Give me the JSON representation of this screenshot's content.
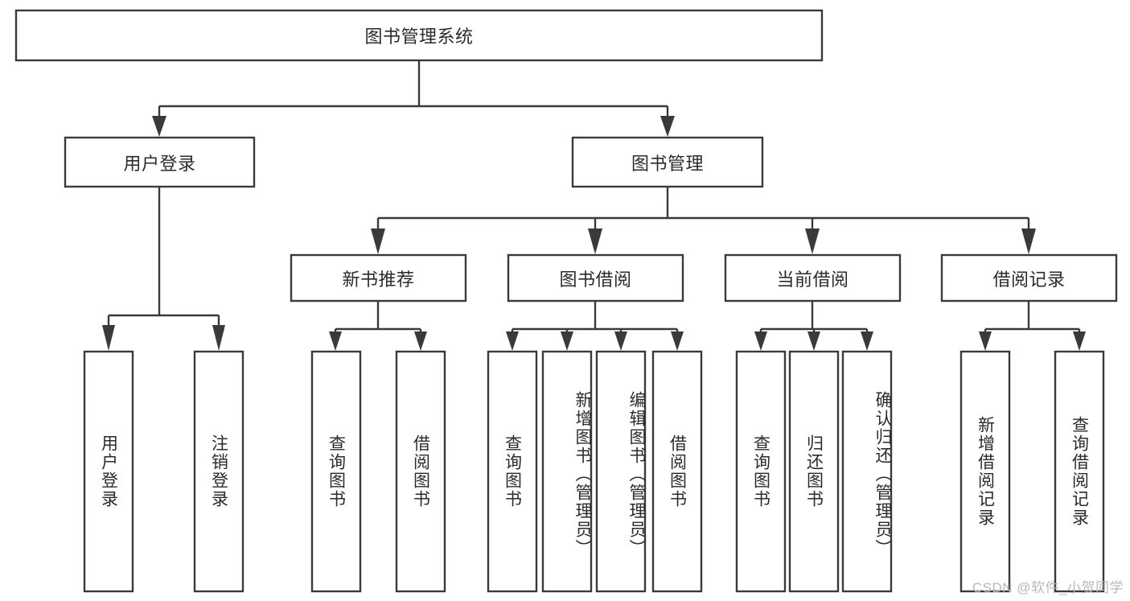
{
  "diagram": {
    "title": "图书管理系统",
    "type": "tree-hierarchy-chart",
    "watermark": "CSDN @软件_小贺同学",
    "colors": {
      "stroke": "#3a3a3a",
      "fill": "#ffffff",
      "text": "#2b2b2b",
      "watermark": "#b9b9b9"
    },
    "root": {
      "label": "图书管理系统",
      "orientation": "horizontal"
    },
    "level2": [
      {
        "label": "用户登录",
        "orientation": "horizontal"
      },
      {
        "label": "图书管理",
        "orientation": "horizontal"
      }
    ],
    "level3": [
      {
        "label": "新书推荐",
        "orientation": "horizontal"
      },
      {
        "label": "图书借阅",
        "orientation": "horizontal"
      },
      {
        "label": "当前借阅",
        "orientation": "horizontal"
      },
      {
        "label": "借阅记录",
        "orientation": "horizontal"
      }
    ],
    "leaves": {
      "user_login": [
        {
          "label": "用户登录",
          "orientation": "vertical"
        },
        {
          "label": "注销登录",
          "orientation": "vertical"
        }
      ],
      "new_book_recommend": [
        {
          "label": "查询图书",
          "orientation": "vertical"
        },
        {
          "label": "借阅图书",
          "orientation": "vertical"
        }
      ],
      "book_borrow": [
        {
          "label": "查询图书",
          "orientation": "vertical"
        },
        {
          "label": "新增图书（管理员）",
          "orientation": "vertical"
        },
        {
          "label": "编辑图书（管理员）",
          "orientation": "vertical"
        },
        {
          "label": "借阅图书",
          "orientation": "vertical"
        }
      ],
      "current_borrow": [
        {
          "label": "查询图书",
          "orientation": "vertical"
        },
        {
          "label": "归还图书",
          "orientation": "vertical"
        },
        {
          "label": "确认归还（管理员）",
          "orientation": "vertical"
        }
      ],
      "borrow_record": [
        {
          "label": "新增借阅记录",
          "orientation": "vertical"
        },
        {
          "label": "查询借阅记录",
          "orientation": "vertical"
        }
      ]
    }
  }
}
